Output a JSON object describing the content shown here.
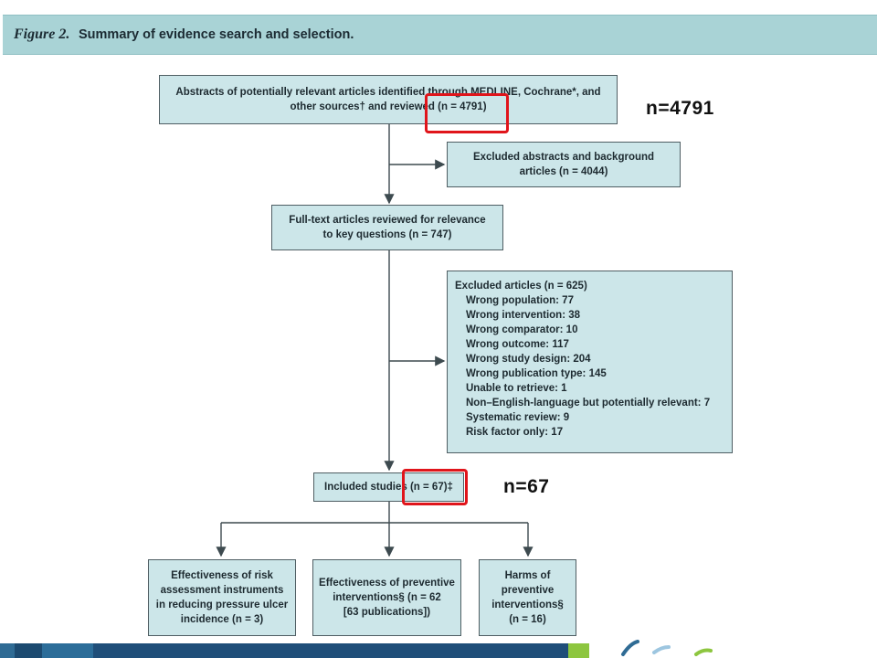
{
  "header": {
    "figure_label": "Figure 2.",
    "caption": "Summary of evidence search and selection."
  },
  "boxes": {
    "identified": {
      "line1": "Abstracts of potentially relevant articles identified through MEDLINE, Cochrane*, and",
      "line2": "other sources† and reviewed (n = 4791)"
    },
    "excluded_abstracts": {
      "line1": "Excluded abstracts and background",
      "line2": "articles (n = 4044)"
    },
    "fulltext": {
      "line1": "Full-text articles reviewed for relevance",
      "line2": "to key questions (n = 747)"
    },
    "excluded_articles": {
      "title": "Excluded articles (n = 625)",
      "items": [
        "Wrong population: 77",
        "Wrong intervention: 38",
        "Wrong comparator: 10",
        "Wrong outcome: 117",
        "Wrong study design: 204",
        "Wrong publication type: 145",
        "Unable to retrieve: 1",
        "Non–English-language but potentially relevant: 7",
        "Systematic review: 9",
        "Risk factor only: 17"
      ]
    },
    "included": {
      "text": "Included studies (n = 67)‡"
    },
    "effectiveness_risk": {
      "lines": [
        "Effectiveness of risk",
        "assessment instruments",
        "in reducing pressure ulcer",
        "incidence (n = 3)"
      ]
    },
    "effectiveness_preventive": {
      "lines": [
        "Effectiveness of preventive",
        "interventions§ (n = 62",
        "[63 publications])"
      ]
    },
    "harms": {
      "lines": [
        "Harms of",
        "preventive",
        "interventions§",
        "(n = 16)"
      ]
    }
  },
  "annotations": {
    "top_note": "n=4791",
    "mid_note": "n=67"
  },
  "colors": {
    "header_bg": "#a9d3d6",
    "box_bg": "#cce6e9",
    "highlight": "#e0151b",
    "footer_dark": "#1f4e79",
    "footer_green": "#8dc63f"
  }
}
